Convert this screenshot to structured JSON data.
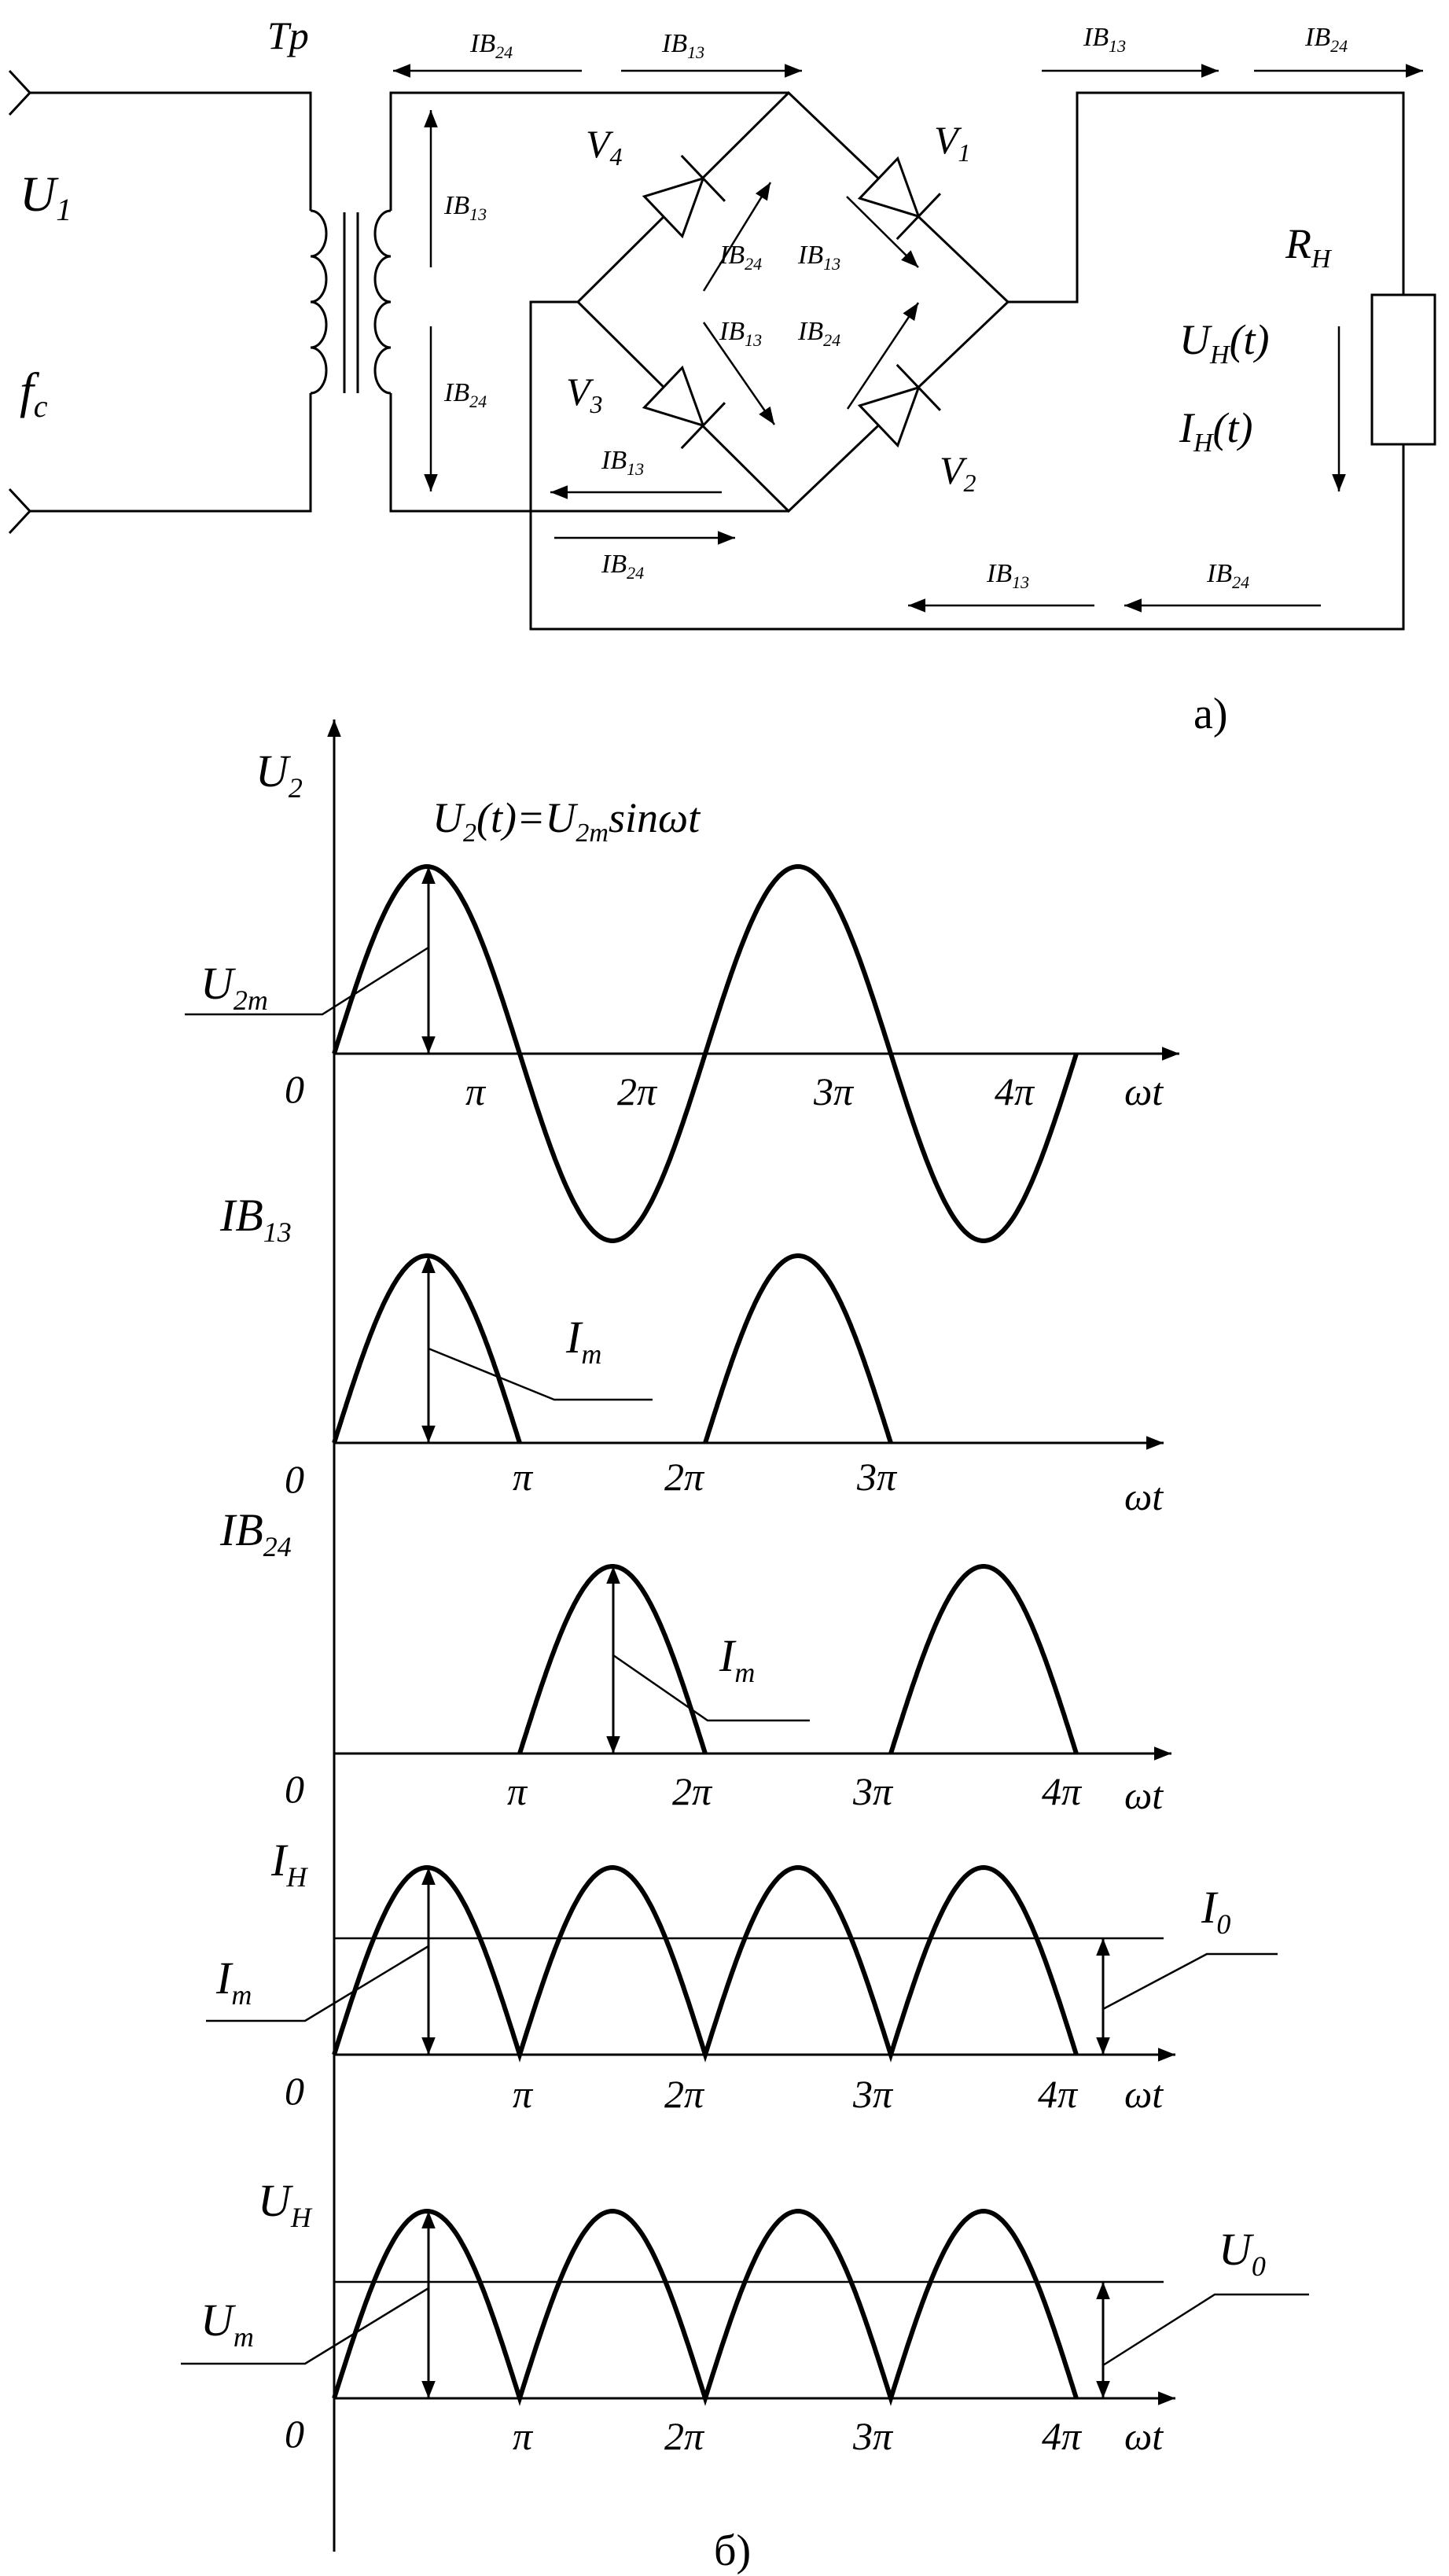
{
  "circuit": {
    "label_tp": "Tp",
    "label_u1": "U",
    "label_u1_sub": "1",
    "label_fc": "f",
    "label_fc_sub": "c",
    "label_v1": "V",
    "label_v1_sub": "1",
    "label_v2": "V",
    "label_v2_sub": "2",
    "label_v3": "V",
    "label_v3_sub": "3",
    "label_v4": "V",
    "label_v4_sub": "4",
    "label_rh": "R",
    "label_rh_sub": "H",
    "label_uh": "U",
    "label_uh_sub": "H",
    "label_uh_t": "(t)",
    "label_ih": "I",
    "label_ih_sub": "H",
    "label_ih_t": "(t)",
    "current_ib": "IB",
    "sub_13": "13",
    "sub_24": "24",
    "caption": "а)"
  },
  "plots": {
    "zero": "0",
    "wt": "ωt",
    "ticks": {
      "pi": "π",
      "pi2": "2π",
      "pi3": "3π",
      "pi4": "4π"
    },
    "u2": {
      "label": "U",
      "sub": "2",
      "formula_a": "U",
      "formula_a_sub": "2",
      "formula_b": "(t)=U",
      "formula_b_sub": "2m",
      "formula_c": "sinωt",
      "amp": "U",
      "amp_sub": "2m"
    },
    "ib13": {
      "label": "IB",
      "sub": "13",
      "amp": "I",
      "amp_sub": "m"
    },
    "ib24": {
      "label": "IB",
      "sub": "24",
      "amp": "I",
      "amp_sub": "m"
    },
    "ih": {
      "label": "I",
      "sub": "H",
      "amp": "I",
      "amp_sub": "m",
      "avg": "I",
      "avg_sub": "0"
    },
    "uh": {
      "label": "U",
      "sub": "H",
      "amp": "U",
      "amp_sub": "m",
      "avg": "U",
      "avg_sub": "0"
    },
    "caption": "б)"
  }
}
